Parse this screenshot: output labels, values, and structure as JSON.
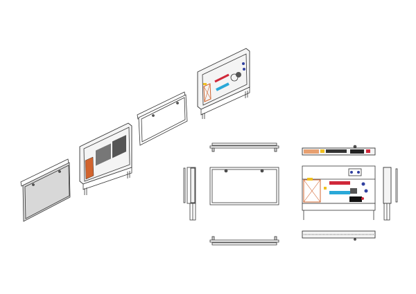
{
  "drawing": {
    "views": [
      "isometric-cover-1",
      "isometric-cabinet-1",
      "isometric-cover-2",
      "isometric-cabinet-2",
      "ortho-cover-set",
      "ortho-cabinet-set"
    ]
  },
  "colors": {
    "line": "#333333",
    "insulation": "#d2642e",
    "hot_manifold": "#d0283a",
    "cold_manifold": "#29a8d8",
    "fitting": "#f0c020",
    "valve": "#3040a0",
    "cover_gray": "#d8d8d8"
  }
}
